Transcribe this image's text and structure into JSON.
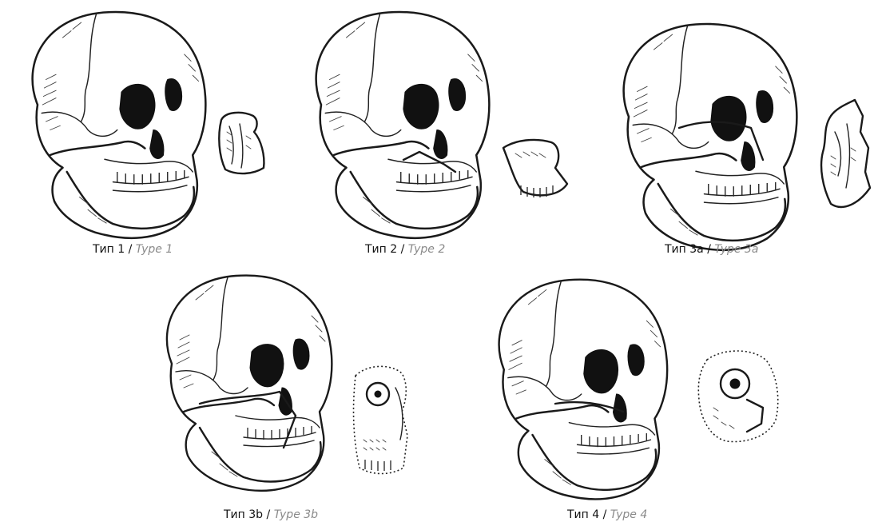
{
  "panels": [
    {
      "id": "type-1",
      "caption_ru": "Тип 1",
      "separator": " / ",
      "caption_en": "Type 1"
    },
    {
      "id": "type-2",
      "caption_ru": "Тип 2",
      "separator": " / ",
      "caption_en": "Type 2"
    },
    {
      "id": "type-3a",
      "caption_ru": "Тип 3a",
      "separator": " / ",
      "caption_en": "Type 3a"
    },
    {
      "id": "type-3b",
      "caption_ru": "Тип 3b",
      "separator": " / ",
      "caption_en": "Type 3b"
    },
    {
      "id": "type-4",
      "caption_ru": "Тип 4",
      "separator": " / ",
      "caption_en": "Type 4"
    }
  ]
}
